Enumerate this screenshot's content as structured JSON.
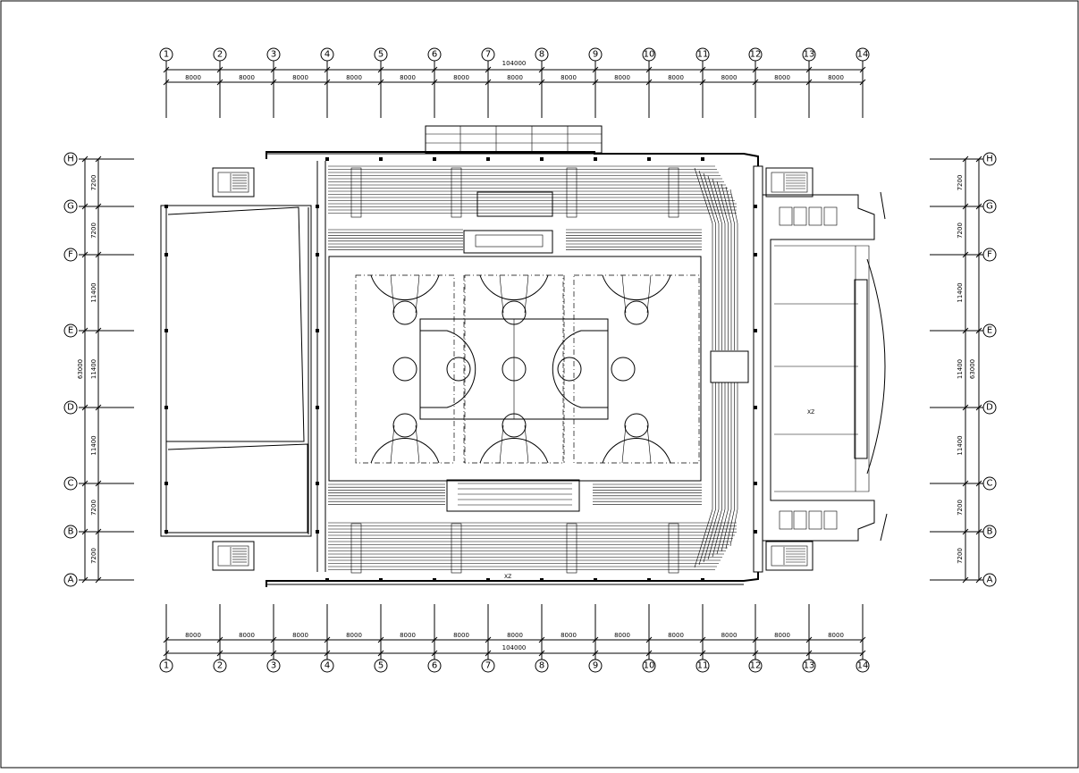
{
  "drawing": {
    "columns": [
      "1",
      "2",
      "3",
      "4",
      "5",
      "6",
      "7",
      "8",
      "9",
      "10",
      "11",
      "12",
      "13",
      "14"
    ],
    "rows": [
      "H",
      "G",
      "F",
      "E",
      "D",
      "C",
      "B",
      "A"
    ],
    "column_spacings": [
      "8000",
      "8000",
      "8000",
      "8000",
      "8000",
      "8000",
      "8000",
      "8000",
      "8000",
      "8000",
      "8000",
      "8000",
      "8000"
    ],
    "row_spacings": [
      "7200",
      "7200",
      "11400",
      "11400",
      "11400",
      "7200",
      "7200"
    ],
    "total_length": "104000",
    "total_width": "63000",
    "room_label": "XZ"
  }
}
